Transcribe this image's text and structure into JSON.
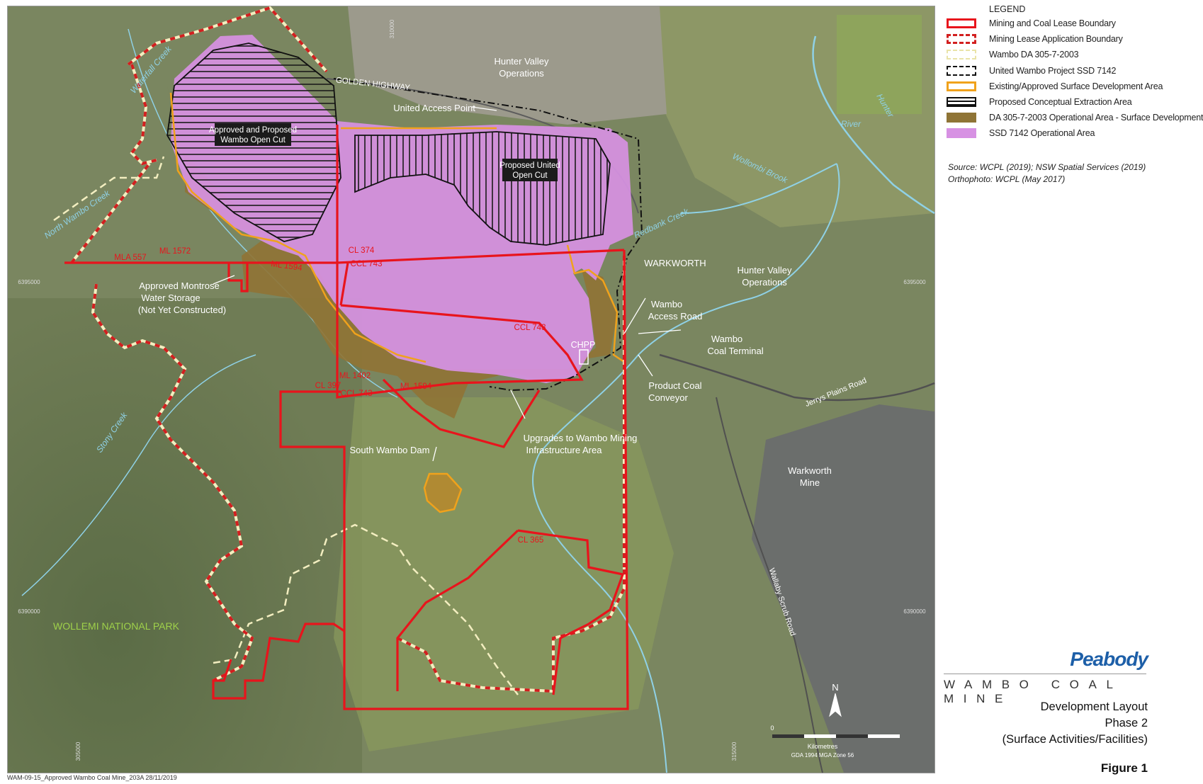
{
  "legend": {
    "title": "LEGEND",
    "items": [
      {
        "label": "Mining and Coal Lease Boundary",
        "style": "solid-red"
      },
      {
        "label": "Mining Lease Application Boundary",
        "style": "dashed-red"
      },
      {
        "label": "Wambo DA 305-7-2003",
        "style": "dashed-cream"
      },
      {
        "label": "United Wambo Project SSD 7142",
        "style": "dashdot-black"
      },
      {
        "label": "Existing/Approved Surface Development Area",
        "style": "orange-outline"
      },
      {
        "label": "Proposed Conceptual Extraction Area",
        "style": "black-hatch"
      },
      {
        "label": "DA 305-7-2003 Operational Area - Surface Development",
        "style": "brown-fill"
      },
      {
        "label": "SSD 7142 Operational Area",
        "style": "pink-fill"
      }
    ]
  },
  "source": {
    "line1": "Source:  WCPL (2019); NSW Spatial Services (2019)",
    "line2": "Orthophoto:  WCPL (May 2017)"
  },
  "colors": {
    "lease_red": "#e8141c",
    "application_red": "#d21f1f",
    "da_cream": "#f3eec0",
    "orange": "#f0a21c",
    "brown": "#8f7436",
    "pink": "#d791e3",
    "creek_blue": "#8fd1e6",
    "label_green": "#9fd14a",
    "brand_blue": "#1d5fa8"
  },
  "map_labels": {
    "golden_highway": "GOLDEN HIGHWAY",
    "hunter_valley_ops_north_1": "Hunter Valley",
    "hunter_valley_ops_north_2": "Operations",
    "hunter_valley_ops_east_1": "Hunter Valley",
    "hunter_valley_ops_east_2": "Operations",
    "united_access_point": "United Access Point",
    "wambo_open_cut_1": "Approved and Proposed",
    "wambo_open_cut_2": "Wambo Open Cut",
    "united_open_cut_1": "Proposed United",
    "united_open_cut_2": "Open Cut",
    "warkworth": "WARKWORTH",
    "wambo_access_road_1": "Wambo",
    "wambo_access_road_2": "Access Road",
    "wambo_coal_terminal_1": "Wambo",
    "wambo_coal_terminal_2": "Coal Terminal",
    "chpp": "CHPP",
    "product_coal_conveyor_1": "Product Coal",
    "product_coal_conveyor_2": "Conveyor",
    "montrose_1": "Approved Montrose",
    "montrose_2": "Water Storage",
    "montrose_3": "(Not Yet Constructed)",
    "upgrades_1": "Upgrades to Wambo Mining",
    "upgrades_2": "Infrastructure Area",
    "south_wambo_dam": "South Wambo Dam",
    "warkworth_mine_1": "Warkworth",
    "warkworth_mine_2": "Mine",
    "wollemi": "WOLLEMI NATIONAL PARK",
    "hunter_river_1": "Hunter",
    "hunter_river_2": "River",
    "wollombi_brook": "Wollombi Brook",
    "redbank_creek": "Redbank Creek",
    "wambo_creek": "Waterfall Creek",
    "north_wambo_creek": "North Wambo Creek",
    "stony_creek": "Stony Creek",
    "jerrys_plains_road": "Jerrys Plains Road",
    "wallaby_scrub_road": "Wallaby Scrub Road",
    "ml_labels": {
      "mla557": "MLA 557",
      "ml1572": "ML 1572",
      "ml1594a": "ML 1594",
      "cl374": "CL 374",
      "ccl743a": "CCL 743",
      "ccl743b": "CCL 743",
      "ml1402": "ML 1402",
      "cl397": "CL 397",
      "ccl743c": "CCL 743",
      "ml1594b": "ML 1594",
      "cl365": "CL 365"
    },
    "grid": {
      "e310000": "310000",
      "e315000": "315000",
      "e305000": "305000",
      "n6395000_left": "6395000",
      "n6395000_right": "6395000",
      "n6390000_left": "6390000",
      "n6390000_right": "6390000"
    },
    "scale_zero": "0",
    "scale_units": "Kilometres",
    "projection": "GDA 1994 MGA Zone 56",
    "north_arrow": "N"
  },
  "brand": {
    "logo": "Peabody",
    "mine": "WAMBO COAL MINE",
    "title1": "Development Layout",
    "title2": "Phase 2",
    "title3": "(Surface Activities/Facilities)",
    "figure": "Figure 1"
  },
  "footer": "WAM-09-15_Approved Wambo Coal Mine_203A     28/11/2019"
}
